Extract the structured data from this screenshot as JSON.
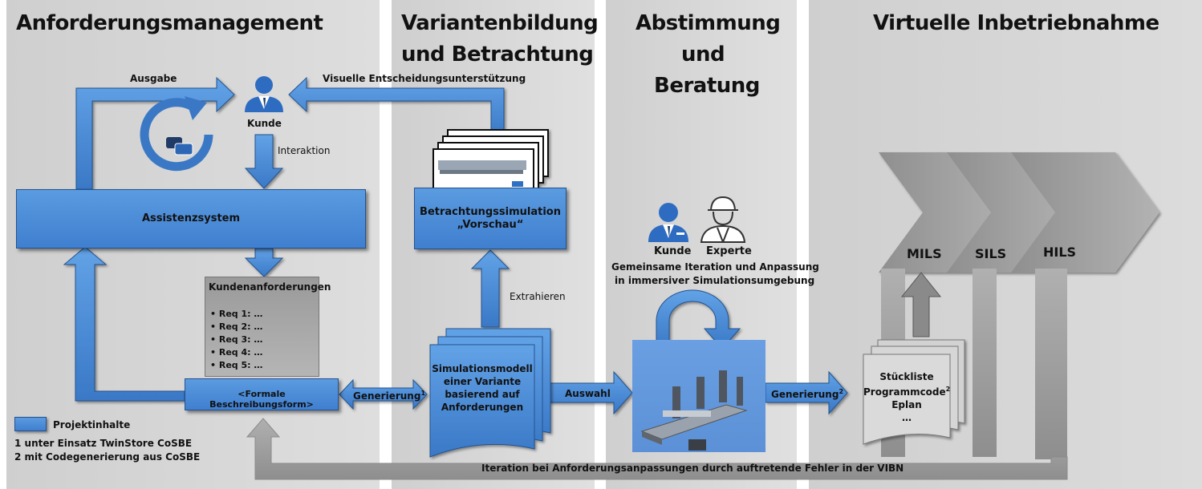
{
  "columns": [
    {
      "title": "Anforderungsmanagement"
    },
    {
      "title_line1": "Variantenbildung",
      "title_line2": "und Betrachtung"
    },
    {
      "title_line1": "Abstimmung",
      "title_line2": "und",
      "title_line3": "Beratung"
    },
    {
      "title": "Virtuelle Inbetriebnahme"
    }
  ],
  "labels": {
    "ausgabe": "Ausgabe",
    "visuelle": "Visuelle Entscheidungsunterstützung",
    "kunde": "Kunde",
    "interaktion": "Interaktion",
    "extrahieren": "Extrahieren",
    "auswahl": "Auswahl",
    "generierung1": "Generierung",
    "generierung1_sup": "1",
    "generierung2": "Generierung",
    "generierung2_sup": "2",
    "kunde2": "Kunde",
    "experte": "Experte",
    "gemeinsam_line1": "Gemeinsame Iteration und Anpassung",
    "gemeinsam_line2": "in immersiver Simulationsumgebung",
    "iteration": "Iteration bei Anforderungsanpassungen durch auftretende Fehler in der VIBN"
  },
  "boxes": {
    "assistenz": "Assistenzsystem",
    "betrachtung_line1": "Betrachtungssimulation",
    "betrachtung_line2": "„Vorschau“",
    "formal": "<Formale Beschreibungsform>",
    "sim_lines": [
      "Simulationsmodell",
      "einer Variante",
      "basierend auf",
      "Anforderungen"
    ]
  },
  "kundenanforderungen": {
    "title": "Kundenanforderungen",
    "items": [
      "Req 1: …",
      "Req 2: …",
      "Req 3: …",
      "Req 4: …",
      "Req 5: …"
    ]
  },
  "stueckliste": {
    "lines": [
      "Stückliste",
      "Programmcode",
      "Eplan",
      "…"
    ],
    "sup": "2"
  },
  "chevrons": [
    "MILS",
    "SILS",
    "HILS"
  ],
  "legend": {
    "swatch_label": "Projektinhalte",
    "note1": "1 unter Einsatz TwinStore CoSBE",
    "note2": "2 mit Codegenerierung aus CoSBE"
  },
  "colors": {
    "blue": "#4a8ad8",
    "blue_dark": "#24538f",
    "panel_gray": "#d6d6d6",
    "chevron_gray": "#9e9e9e"
  }
}
